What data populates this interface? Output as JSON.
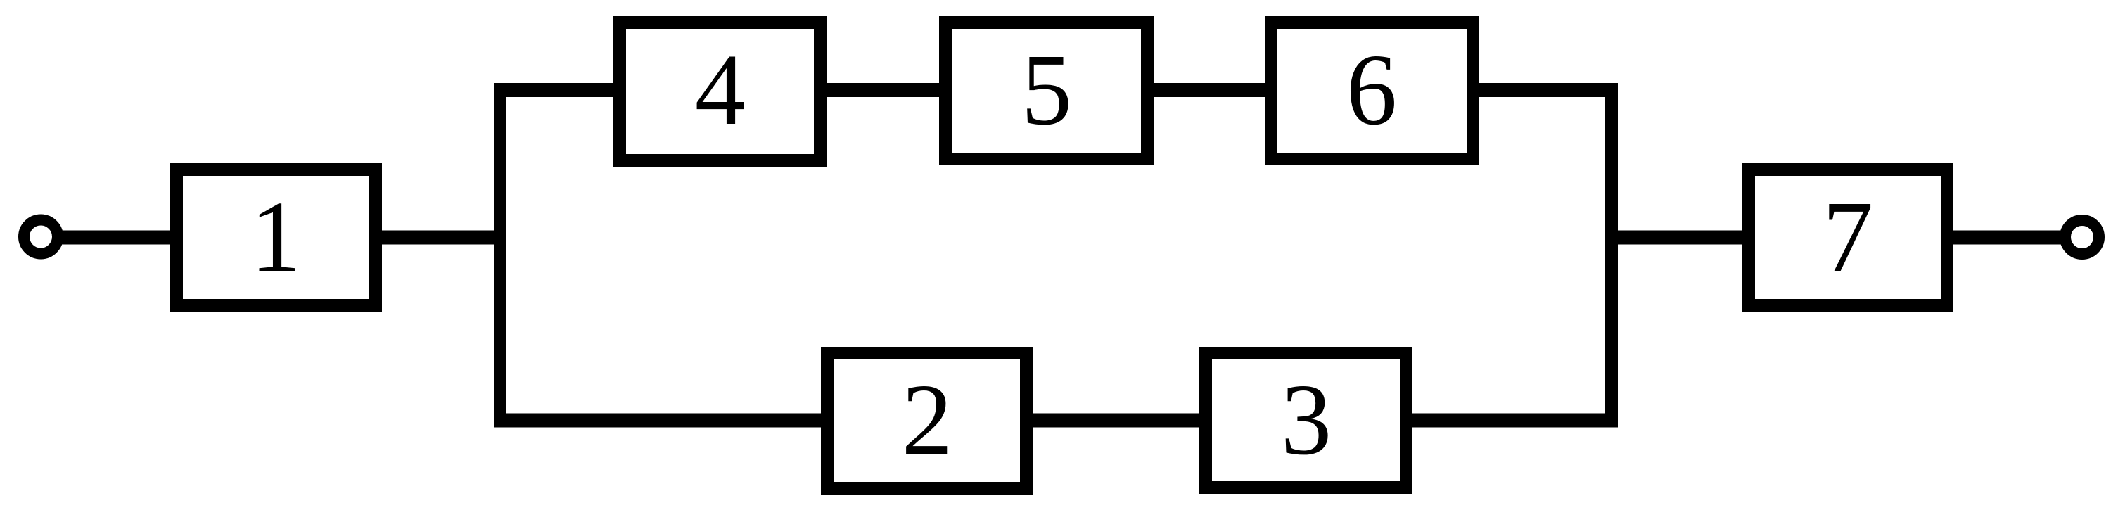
{
  "diagram": {
    "kind": "series-parallel block diagram",
    "ink_color": "#000000",
    "background_color": "#ffffff",
    "block_fill_color": "#ffffff",
    "blocks": [
      {
        "label": "1"
      },
      {
        "label": "2"
      },
      {
        "label": "3"
      },
      {
        "label": "4"
      },
      {
        "label": "5"
      },
      {
        "label": "6"
      },
      {
        "label": "7"
      }
    ],
    "terminals": [
      {
        "name": "input"
      },
      {
        "name": "output"
      }
    ],
    "topology": {
      "description": "input terminal - block 1 - split into two parallel branches (top branch: blocks 4, 5, 6 in series; bottom branch: blocks 2, 3 in series) - rejoin - block 7 - output terminal",
      "series_prefix": [
        "1"
      ],
      "parallel_branches": [
        [
          "4",
          "5",
          "6"
        ],
        [
          "2",
          "3"
        ]
      ],
      "series_suffix": [
        "7"
      ]
    }
  }
}
